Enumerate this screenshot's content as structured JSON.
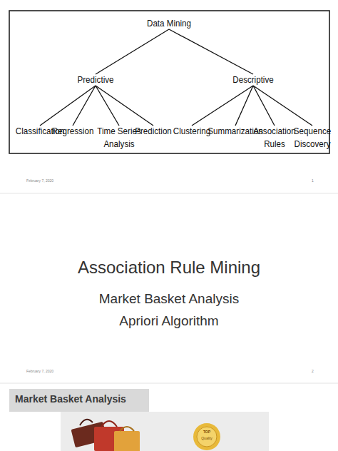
{
  "diagram": {
    "nodes": [
      {
        "text": [
          "Data Mining"
        ]
      },
      {
        "text": [
          "Predictive"
        ]
      },
      {
        "text": [
          "Descriptive"
        ]
      },
      {
        "text": [
          "Classification"
        ]
      },
      {
        "text": [
          "Regression"
        ]
      },
      {
        "text": [
          "Time Series Analysis"
        ]
      },
      {
        "text": [
          "Prediction"
        ]
      },
      {
        "text": [
          "Clustering"
        ]
      },
      {
        "text": [
          "Summarization"
        ]
      },
      {
        "text": [
          "Association Rules"
        ]
      },
      {
        "text": [
          "Sequence Discovery"
        ]
      }
    ],
    "edges": [
      {
        "from": 0,
        "to": 1,
        "arrow": "none"
      },
      {
        "from": 0,
        "to": 2,
        "arrow": "none"
      },
      {
        "from": 1,
        "to": 3,
        "arrow": "none"
      },
      {
        "from": 1,
        "to": 4,
        "arrow": "none"
      },
      {
        "from": 1,
        "to": 5,
        "arrow": "none"
      },
      {
        "from": 1,
        "to": 6,
        "arrow": "none"
      },
      {
        "from": 2,
        "to": 7,
        "arrow": "none"
      },
      {
        "from": 2,
        "to": 8,
        "arrow": "none"
      },
      {
        "from": 2,
        "to": 9,
        "arrow": "none"
      },
      {
        "from": 2,
        "to": 10,
        "arrow": "none"
      }
    ],
    "labels": [
      "February 7, 2020",
      "1",
      "Association Rule Mining",
      "Market Basket Analysis",
      "Apriori Algorithm",
      "February 7, 2020",
      "2",
      "Market Basket Analysis",
      "TOP",
      "Quality"
    ]
  }
}
